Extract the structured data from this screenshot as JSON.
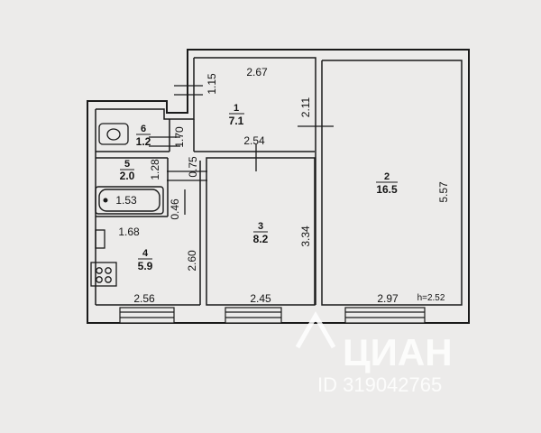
{
  "rooms": [
    {
      "id": "1",
      "number": "1",
      "area": "7.1"
    },
    {
      "id": "2",
      "number": "2",
      "area": "16.5"
    },
    {
      "id": "3",
      "number": "3",
      "area": "8.2"
    },
    {
      "id": "4",
      "number": "4",
      "area": "5.9"
    },
    {
      "id": "5",
      "number": "5",
      "area": "2.0"
    },
    {
      "id": "6",
      "number": "6",
      "area": "1.2"
    }
  ],
  "dimensions": {
    "hall_top": "2.67",
    "hall_left": "1.15",
    "hall_right": "2.11",
    "hall_bottom": "2.54",
    "wc_right": "1.70",
    "bath_right": "1.28",
    "corridor_gap": "0.75",
    "bath_bottom": "0.46",
    "bathtub": "1.53",
    "kitchen_top": "1.68",
    "kitchen_right": "2.60",
    "kitchen_bottom": "2.56",
    "room3_right": "3.34",
    "room3_bottom": "2.45",
    "room2_right": "5.57",
    "room2_bottom": "2.97",
    "ceiling_height": "h=2.52"
  },
  "watermark": {
    "brand": "ЦИАН",
    "id_text": "ID 319042765"
  },
  "colors": {
    "background": "#ecebea",
    "lines": "#1a1a1a"
  }
}
